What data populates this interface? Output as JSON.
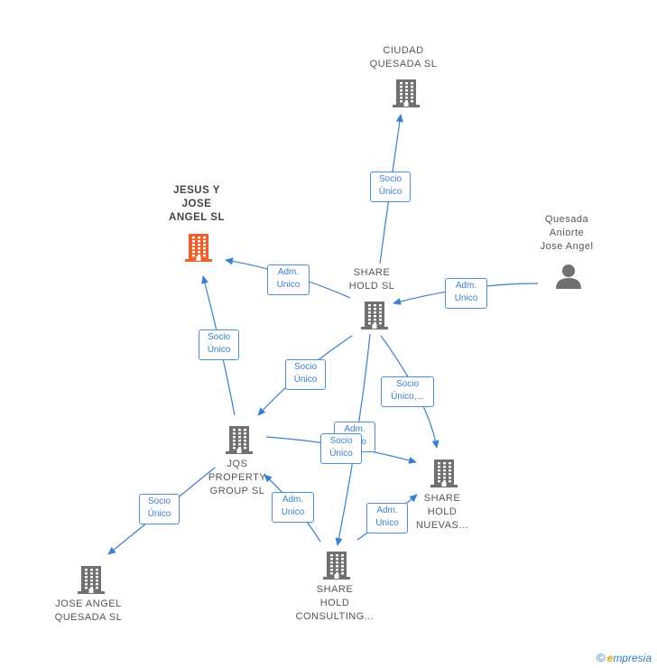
{
  "colors": {
    "edge": "#3a7fd0",
    "company": "#707070",
    "company_main": "#f0602a",
    "person": "#707070"
  },
  "nodes": [
    {
      "id": "ciudad",
      "type": "company",
      "icon": "building-icon",
      "lines": [
        "CIUDAD",
        "QUESADA  SL"
      ]
    },
    {
      "id": "jesus",
      "type": "company_main",
      "icon": "building-icon",
      "lines": [
        "JESUS Y",
        "JOSE",
        "ANGEL  SL"
      ]
    },
    {
      "id": "person",
      "type": "person",
      "icon": "person-icon",
      "lines": [
        "Quesada",
        "Aniorte",
        "Jose Angel"
      ]
    },
    {
      "id": "sharehold",
      "type": "company",
      "icon": "building-icon",
      "lines": [
        "SHARE",
        "HOLD SL"
      ]
    },
    {
      "id": "jqs",
      "type": "company",
      "icon": "building-icon",
      "lines": [
        "JQS",
        "PROPERTY",
        "GROUP  SL"
      ]
    },
    {
      "id": "nuevas",
      "type": "company",
      "icon": "building-icon",
      "lines": [
        "SHARE",
        "HOLD",
        "NUEVAS..."
      ]
    },
    {
      "id": "joseangel",
      "type": "company",
      "icon": "building-icon",
      "lines": [
        "JOSE ANGEL",
        "QUESADA SL"
      ]
    },
    {
      "id": "consulting",
      "type": "company",
      "icon": "building-icon",
      "lines": [
        "SHARE",
        "HOLD",
        "CONSULTING..."
      ]
    }
  ],
  "edges": [
    {
      "id": "sh-ciudad",
      "lines": [
        "Socio",
        "Único"
      ]
    },
    {
      "id": "sh-jesus",
      "lines": [
        "Adm.",
        "Unico"
      ]
    },
    {
      "id": "person-sh",
      "lines": [
        "Adm.",
        "Unico"
      ]
    },
    {
      "id": "jqs-jesus",
      "lines": [
        "Socio",
        "Único"
      ]
    },
    {
      "id": "sh-jqs",
      "lines": [
        "Socio",
        "Único"
      ]
    },
    {
      "id": "sh-nuevas",
      "lines": [
        "Socio",
        "Único,..."
      ]
    },
    {
      "id": "sh-consulting",
      "lines": [
        "Adm.",
        "Unico"
      ]
    },
    {
      "id": "jqs-nuevas",
      "lines": [
        "Socio",
        "Único"
      ]
    },
    {
      "id": "jqs-joseangel",
      "lines": [
        "Socio",
        "Único"
      ]
    },
    {
      "id": "consulting-jqs",
      "lines": [
        "Adm.",
        "Unico"
      ]
    },
    {
      "id": "consulting-nuevas",
      "lines": [
        "Adm.",
        "Unico"
      ]
    }
  ],
  "brand": {
    "copyright": "©",
    "e": "e",
    "rest": "mpresia"
  }
}
